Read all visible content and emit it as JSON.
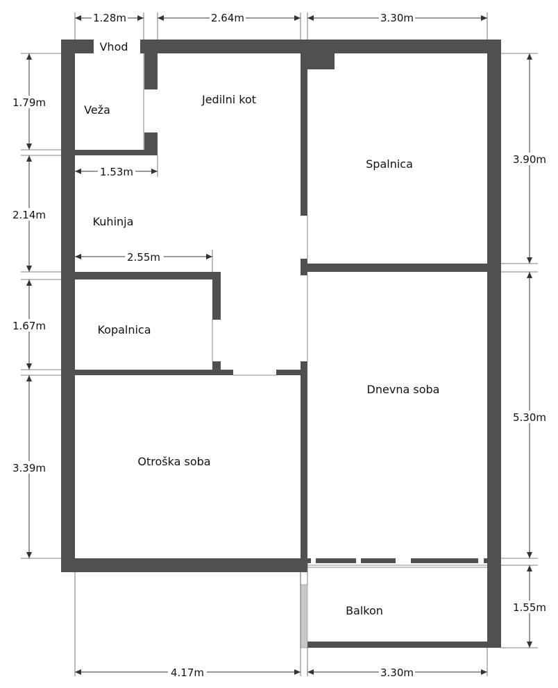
{
  "rooms": {
    "vhod": "Vhod",
    "veza": "Veža",
    "jedilni_kot": "Jedilni kot",
    "spalnica": "Spalnica",
    "kuhinja": "Kuhinja",
    "kopalnica": "Kopalnica",
    "dnevna_soba": "Dnevna soba",
    "otroska_soba": "Otroška soba",
    "balkon": "Balkon"
  },
  "dimensions": {
    "top_1": "1.28m",
    "top_2": "2.64m",
    "top_3": "3.30m",
    "left_1": "1.79m",
    "left_2": "2.14m",
    "left_3": "1.67m",
    "left_4": "3.39m",
    "right_1": "3.90m",
    "right_2": "5.30m",
    "right_3": "1.55m",
    "bottom_1": "4.17m",
    "bottom_2": "3.30m",
    "inner_veza": "1.53m",
    "inner_kopalnica": "2.55m"
  },
  "colors": {
    "wall": "#505050",
    "balcony_edge": "#c8c8c8",
    "line": "#333333"
  }
}
